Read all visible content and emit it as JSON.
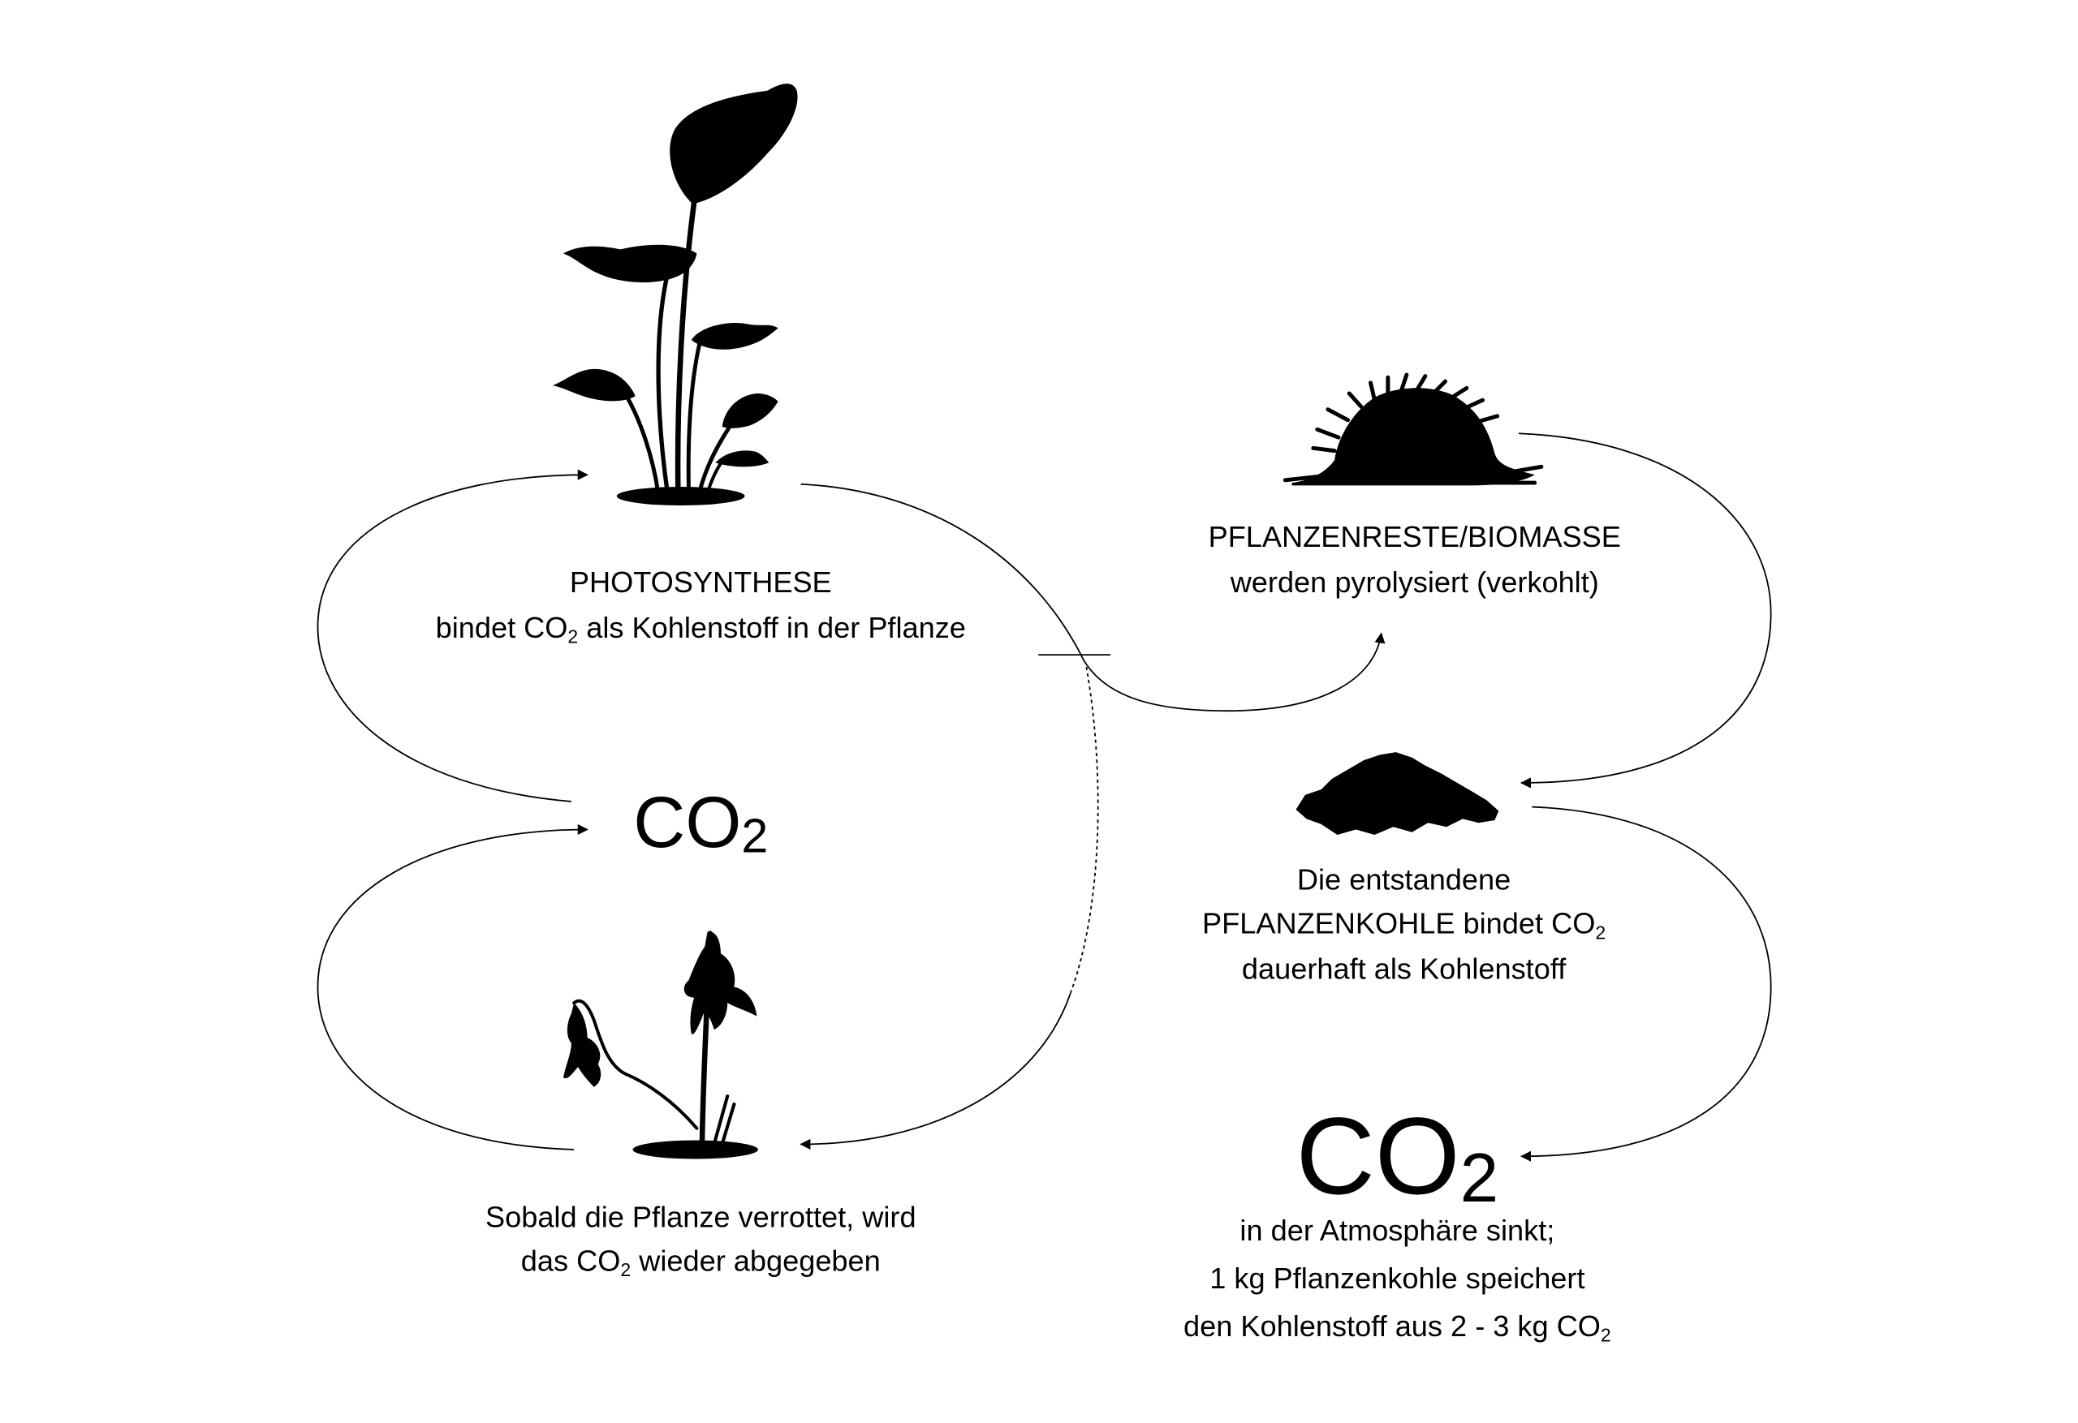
{
  "photosynthesis": {
    "title": "PHOTOSYNTHESE",
    "desc": {
      "pre": "bindet CO",
      "sub": "2",
      "post": " als Kohlenstoff in der Pflanze"
    }
  },
  "co2_label": {
    "main": "CO",
    "sub": "2"
  },
  "decay": {
    "line1": "Sobald die Pflanze verrottet, wird",
    "line2": {
      "pre": "das CO",
      "sub": "2",
      "post": " wieder abgegeben"
    }
  },
  "biomass": {
    "title": "PFLANZENRESTE/BIOMASSE",
    "desc": "werden pyrolysiert (verkohlt)"
  },
  "biochar": {
    "line1": "Die entstandene",
    "line2": {
      "pre": "PFLANZENKOHLE bindet CO",
      "sub": "2"
    },
    "line3": "dauerhaft als Kohlenstoff"
  },
  "co2_atmosphere": {
    "main": "CO",
    "sub": "2",
    "line1": "in der Atmosphäre sinkt;",
    "line2": "1 kg Pflanzenkohle speichert",
    "line3": {
      "pre": "den Kohlenstoff aus 2 - 3 kg CO",
      "sub": "2"
    }
  },
  "illustrations": {
    "healthy_plant": "plant-icon",
    "wilted_plant": "wilted-plant-icon",
    "biomass": "biomass-pile-icon",
    "biochar": "charcoal-pile-icon"
  },
  "colors": {
    "ink": "#000000",
    "background": "#ffffff"
  }
}
